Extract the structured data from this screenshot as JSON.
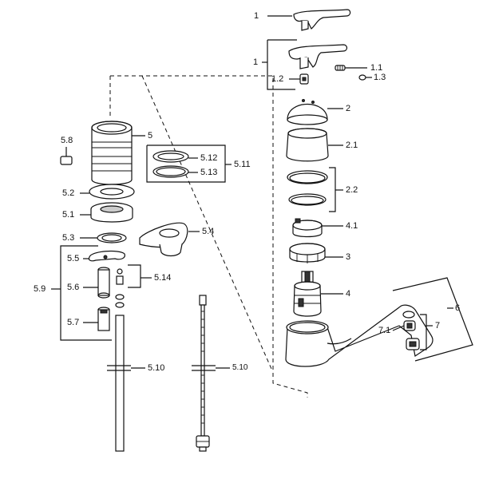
{
  "labels": {
    "p1_top": "1",
    "p1": "1",
    "p1_1": "1.1",
    "p1_2": "1.2",
    "p1_3": "1.3",
    "p2": "2",
    "p2_1": "2.1",
    "p2_2": "2.2",
    "p4_1": "4.1",
    "p3": "3",
    "p4": "4",
    "p6": "6",
    "p7": "7",
    "p7_1": "7.1",
    "p5": "5",
    "p5_8": "5.8",
    "p5_2": "5.2",
    "p5_1": "5.1",
    "p5_3": "5.3",
    "p5_5": "5.5",
    "p5_6": "5.6",
    "p5_7": "5.7",
    "p5_9": "5.9",
    "p5_4": "5.4",
    "p5_11": "5.11",
    "p5_12": "5.12",
    "p5_13": "5.13",
    "p5_14": "5.14",
    "p5_10": "5.10",
    "p5_10b": "5.10"
  }
}
